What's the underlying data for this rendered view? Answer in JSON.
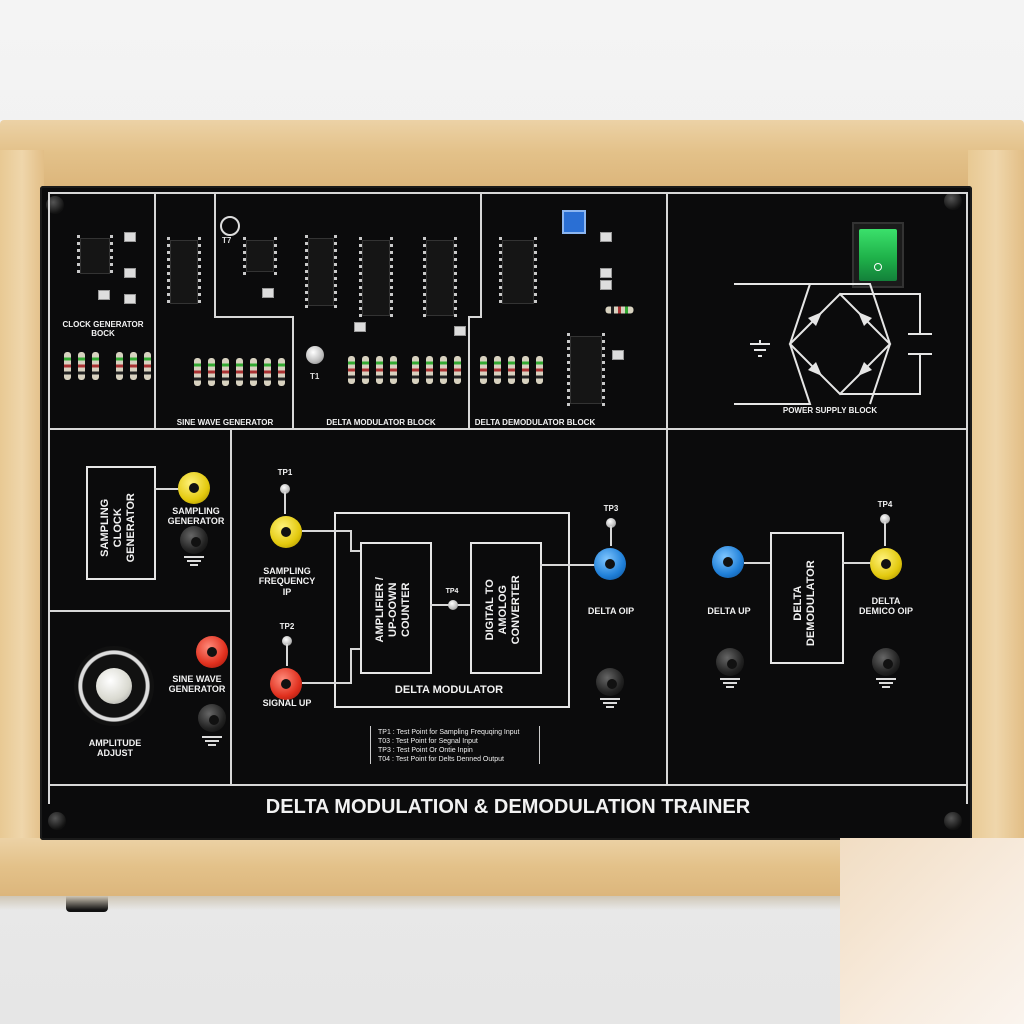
{
  "title": "DELTA MODULATION & DEMODULATION TRAINER",
  "top_blocks": {
    "clock_generator": "CLOCK GENERATOR\nBOCK",
    "sine_wave": "SINE WAVE GENERATOR",
    "delta_modulator": "DELTA MODULATOR BLOCK",
    "delta_demodulator": "DELTA DEMODULATOR BLOCK",
    "power_supply": "POWER SUPPLY BLOCK",
    "t1": "T1",
    "t7": "T7"
  },
  "left": {
    "sampling_clock_generator": "SAMPLING\nCLOCK\nGENERATOR",
    "sampling_generator": "SAMPLING\nGENERATOR",
    "sine_wave_generator": "SINE WAVE\nGENERATOR",
    "amplitude_adjust": "AMPLITUDE\nADJUST"
  },
  "modulator": {
    "tp1": "TP1",
    "tp2": "TP2",
    "tp3": "TP3",
    "tp4": "TP4",
    "sampling_frequency": "SAMPLING\nFREQUENCY\nIP",
    "signal_up": "SIGNAL UP",
    "amplifier": "AMPLIFIER /\nUP-OOWN\nCOUNTER",
    "dac": "DIGITAL TO\nAMOLOG\nCONVERTER",
    "delta_modulator": "DELTA MODULATOR",
    "delta_oip": "DELTA OIP"
  },
  "legend": [
    "TP1 : Test Point for Sampling Frequqing Input",
    "T03 : Test Point for Segnal Input",
    "TP3 : Test Point Or Ontie Inpin",
    "T04 : Test Point for Delts Denned Output"
  ],
  "demodulator": {
    "tp4": "TP4",
    "delta_up": "DELTA UP",
    "demodulator": "DELTA\nDEMODULATOR",
    "delta_demico": "DELTA\nDEMICO OIP"
  },
  "colors": {
    "panel": "#0b0b0c",
    "switch": "#1fb24a",
    "jack_yellow": "#e3c90e",
    "jack_blue": "#1f7fd8",
    "jack_red": "#e0301e"
  }
}
